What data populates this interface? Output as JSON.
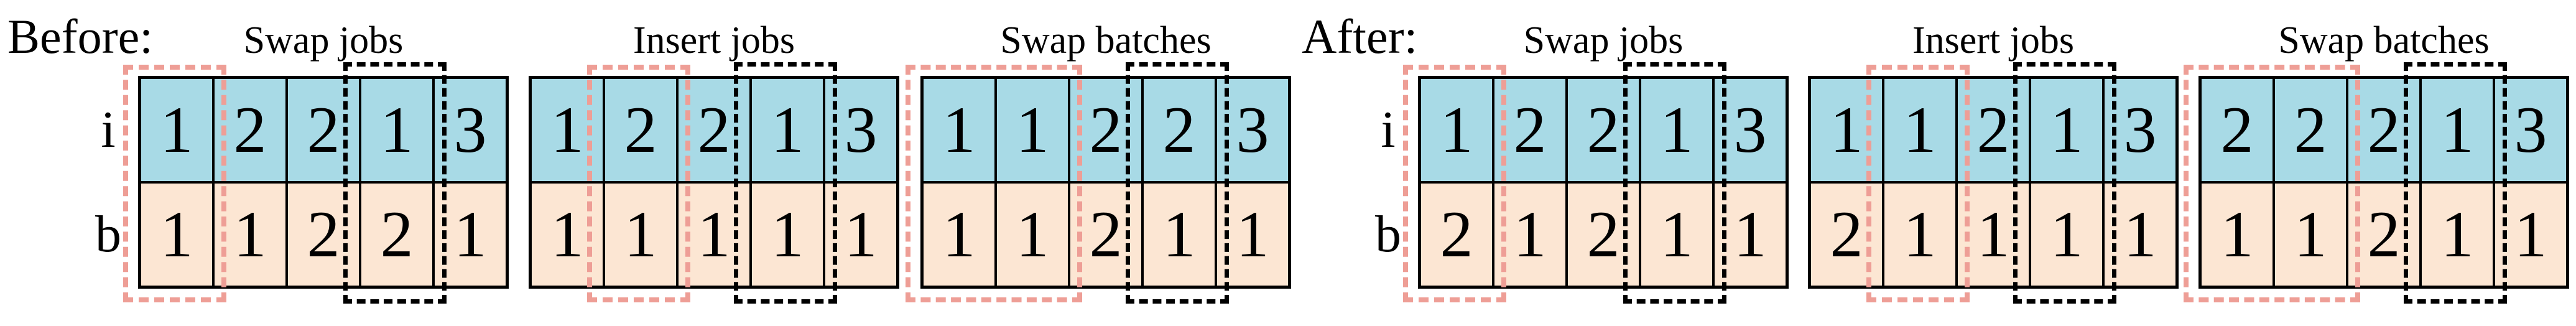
{
  "figure": {
    "description_labels": {
      "before": "Before:",
      "after": "After:"
    }
  },
  "colors": {
    "stage_row_fill": "#a8dae6",
    "batch_row_fill": "#fce6d3",
    "pink_box": "#ee9e96",
    "black_box": "#000000"
  },
  "sections": [
    {
      "label": "Before:",
      "row_labels": [
        "i",
        "b"
      ],
      "tables": [
        {
          "title": "Swap jobs",
          "i": [
            1,
            2,
            2,
            1,
            3
          ],
          "b": [
            1,
            1,
            2,
            2,
            1
          ],
          "pink_highlight_cols": [
            0
          ],
          "black_highlight_cols": [
            3
          ]
        },
        {
          "title": "Insert jobs",
          "i": [
            1,
            2,
            2,
            1,
            3
          ],
          "b": [
            1,
            1,
            1,
            1,
            1
          ],
          "pink_highlight_cols": [
            1
          ],
          "black_highlight_cols": [
            3
          ]
        },
        {
          "title": "Swap batches",
          "i": [
            1,
            1,
            2,
            2,
            3
          ],
          "b": [
            1,
            1,
            2,
            1,
            1
          ],
          "pink_highlight_cols": [
            0,
            1
          ],
          "black_highlight_cols": [
            3
          ]
        }
      ]
    },
    {
      "label": "After:",
      "row_labels": [
        "i",
        "b"
      ],
      "tables": [
        {
          "title": "Swap jobs",
          "i": [
            1,
            2,
            2,
            1,
            3
          ],
          "b": [
            2,
            1,
            2,
            1,
            1
          ],
          "pink_highlight_cols": [
            0
          ],
          "black_highlight_cols": [
            3
          ]
        },
        {
          "title": "Insert jobs",
          "i": [
            1,
            1,
            2,
            1,
            3
          ],
          "b": [
            2,
            1,
            1,
            1,
            1
          ],
          "pink_highlight_cols": [
            1
          ],
          "black_highlight_cols": [
            3
          ]
        },
        {
          "title": "Swap batches",
          "i": [
            2,
            2,
            2,
            1,
            3
          ],
          "b": [
            1,
            1,
            2,
            1,
            1
          ],
          "pink_highlight_cols": [
            0,
            1
          ],
          "black_highlight_cols": [
            3
          ]
        }
      ]
    }
  ]
}
